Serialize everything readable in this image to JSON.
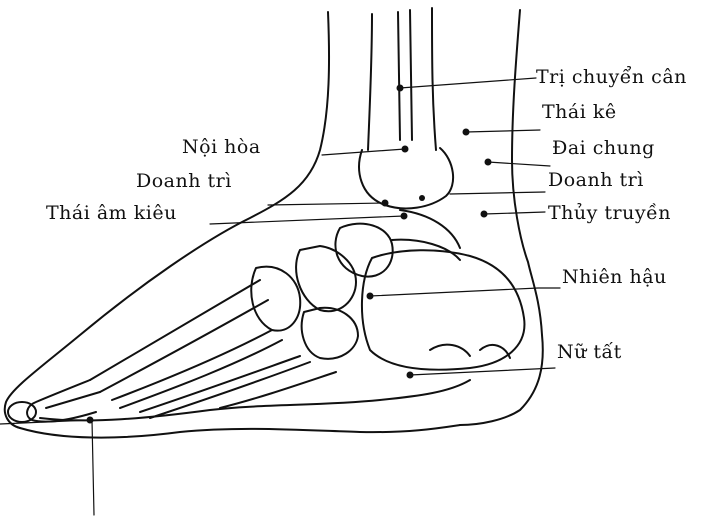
{
  "labels": {
    "tri_chuyen_can": "Trị chuyển cân",
    "thai_ke": "Thái kê",
    "dai_chung": "Đai chung",
    "doanh_tri_right": "Doanh trì",
    "thuy_truyen": "Thủy truyền",
    "nhien_hau": "Nhiên hậu",
    "nu_tat": "Nữ tất",
    "noi_hoa": "Nội hòa",
    "doanh_tri_left": "Doanh trì",
    "thai_am_kieu": "Thái âm kiêu"
  },
  "colors": {
    "ink": "#111111",
    "background": "#ffffff"
  }
}
